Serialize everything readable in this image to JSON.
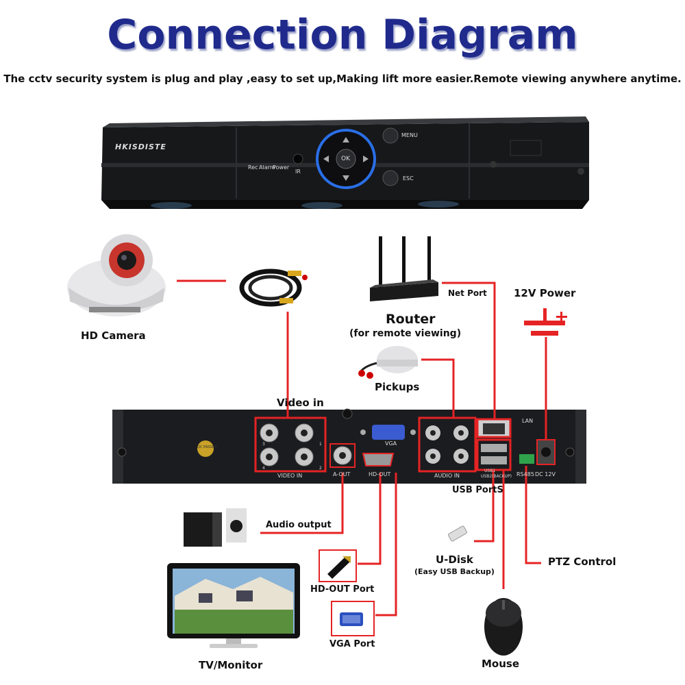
{
  "title": "Connection Diagram",
  "subtitle": "The cctv security system is plug and play ,easy to set up,Making lift more easier.Remote viewing anywhere anytime.",
  "front_panel": {
    "brand": "HKISDISTE",
    "menu_label": "MENU",
    "esc_label": "ESC",
    "ok_label": "OK",
    "ir_label": "IR",
    "indicators": [
      "Rec",
      "Alarm",
      "Power"
    ]
  },
  "back_panel": {
    "video_in": "VIDEO IN",
    "a_out": "A-OUT",
    "vga": "VGA",
    "hd_out": "HD-OUT",
    "audio_in": "AUDIO IN",
    "lan": "LAN",
    "usb1": "USB1",
    "usb2": "USB2(BACKUP)",
    "rs485": "RS485",
    "dc12v": "DC 12V",
    "qc": "QC PASSED",
    "port_numbers": [
      "3",
      "1",
      "4",
      "2"
    ]
  },
  "labels": {
    "hd_camera": "HD Camera",
    "router": "Router",
    "router_sub": "(for remote viewing)",
    "net_port": "Net Port",
    "power_12v": "12V Power",
    "pickups": "Pickups",
    "video_in": "Video in",
    "usb_ports": "USB PortS",
    "audio_output": "Audio output",
    "u_disk": "U-Disk",
    "u_disk_sub": "(Easy USB Backup)",
    "ptz_control": "PTZ Control",
    "hd_out_port": "HD-OUT Port",
    "vga_port": "VGA Port",
    "tv_monitor": "TV/Monitor",
    "mouse": "Mouse"
  },
  "colors": {
    "title": "#1f2a8c",
    "wire": "#e52324",
    "dvr_body": "#1b1c1f",
    "accent_blue": "#2a6fe8"
  }
}
